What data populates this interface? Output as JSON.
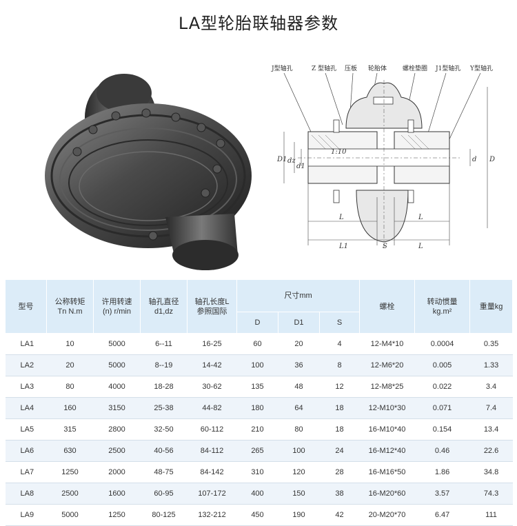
{
  "title": "LA型轮胎联轴器参数",
  "diagram": {
    "labels": [
      "J型轴孔",
      "Z 型轴孔",
      "压板",
      "轮胎体",
      "螺栓垫圈",
      "J1型轴孔",
      "Y型轴孔"
    ],
    "dims": {
      "taper": "1:10",
      "D1": "D1",
      "d": "d",
      "dz": "dz",
      "d1": "d1",
      "D": "D",
      "L": "L",
      "L1": "L1",
      "S": "S"
    }
  },
  "table": {
    "headers": {
      "model": "型号",
      "torque": [
        "公称转矩",
        "Tn N.m"
      ],
      "speed": [
        "许用转速",
        "(n) r/min"
      ],
      "bore": [
        "轴孔直径",
        "d1,dz"
      ],
      "length": [
        "轴孔长度L",
        "参照国际"
      ],
      "size": "尺寸mm",
      "D": "D",
      "D1": "D1",
      "S": "S",
      "bolt": "螺栓",
      "inertia": [
        "转动惯量",
        "kg.m²"
      ],
      "weight": "重量kg"
    },
    "rows": [
      [
        "LA1",
        "10",
        "5000",
        "6--11",
        "16-25",
        "60",
        "20",
        "4",
        "12-M4*10",
        "0.0004",
        "0.35"
      ],
      [
        "LA2",
        "20",
        "5000",
        "8--19",
        "14-42",
        "100",
        "36",
        "8",
        "12-M6*20",
        "0.005",
        "1.33"
      ],
      [
        "LA3",
        "80",
        "4000",
        "18-28",
        "30-62",
        "135",
        "48",
        "12",
        "12-M8*25",
        "0.022",
        "3.4"
      ],
      [
        "LA4",
        "160",
        "3150",
        "25-38",
        "44-82",
        "180",
        "64",
        "18",
        "12-M10*30",
        "0.071",
        "7.4"
      ],
      [
        "LA5",
        "315",
        "2800",
        "32-50",
        "60-112",
        "210",
        "80",
        "18",
        "16-M10*40",
        "0.154",
        "13.4"
      ],
      [
        "LA6",
        "630",
        "2500",
        "40-56",
        "84-112",
        "265",
        "100",
        "24",
        "16-M12*40",
        "0.46",
        "22.6"
      ],
      [
        "LA7",
        "1250",
        "2000",
        "48-75",
        "84-142",
        "310",
        "120",
        "28",
        "16-M16*50",
        "1.86",
        "34.8"
      ],
      [
        "LA8",
        "2500",
        "1600",
        "60-95",
        "107-172",
        "400",
        "150",
        "38",
        "16-M20*60",
        "3.57",
        "74.3"
      ],
      [
        "LA9",
        "5000",
        "1250",
        "80-125",
        "132-212",
        "450",
        "190",
        "42",
        "20-M20*70",
        "6.47",
        "111"
      ]
    ]
  }
}
